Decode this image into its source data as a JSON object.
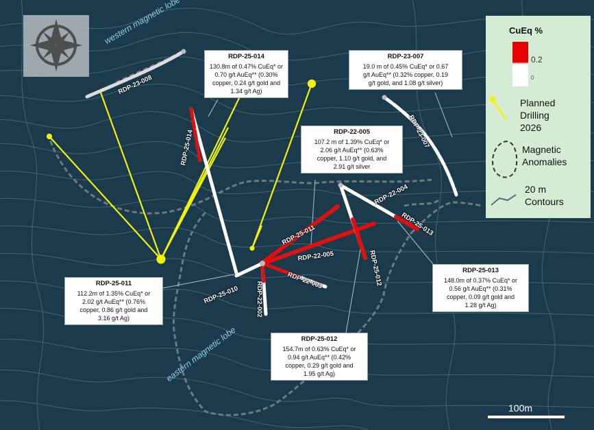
{
  "map": {
    "lobes": {
      "western": "western magnetic lobe",
      "eastern": "eastern magnetic lobe"
    },
    "callouts": {
      "rdp25014": {
        "title": "RDP-25-014",
        "lines": [
          "130.8m of 0.47% CuEq* or",
          "0.70 g/t AuEq** (0.30%",
          "copper, 0.24 g/t gold and",
          "1.34 g/t Ag)"
        ]
      },
      "rdp23007": {
        "title": "RDP-23-007",
        "lines": [
          "19.0 m of 0.45% CuEq* or 0.67",
          "g/t AuEq** (0.32% copper, 0.19",
          "g/t gold, and 1.08 g/t silver)"
        ]
      },
      "rdp22005": {
        "title": "RDP-22-005",
        "lines": [
          "107.2 m of 1.39% CuEq* or",
          "2.06 g/t AuEq** (0.63%",
          "copper, 1.10 g/t gold, and",
          "2.91 g/t silver"
        ]
      },
      "rdp25011": {
        "title": "RDP-25-011",
        "lines": [
          "112.2m of 1.35% CuEq* or",
          "2.02 g/t AuEq** (0.76%",
          "copper, 0.86 g/t gold and",
          "3.16 g/t Ag)"
        ]
      },
      "rdp25013": {
        "title": "RDP-25-013",
        "lines": [
          "148.0m of 0.37% CuEq* or",
          "0.56 g/t AuEq** (0.31%",
          "copper, 0.09 g/t gold and",
          "1.28 g/t Ag)"
        ]
      },
      "rdp25012": {
        "title": "RDP-25-012",
        "lines": [
          "154.7m of 0.63% CuEq* or",
          "0.94 g/t AuEq** (0.42%",
          "copper, 0.29 g/t gold and",
          "1.95 g/t Ag)"
        ]
      }
    },
    "hole_labels": {
      "rdp23008": "RDP-23-008",
      "rdp25014": "RDP-25-014",
      "rdp23007": "RDP-23-007",
      "rdp22004": "RDP-22-004",
      "rdp25011": "RDP-25-011",
      "rdp22005": "RDP-22-005",
      "rdp25013": "RDP-25-013",
      "rdp22003": "RDP-22-003",
      "rdp25012": "RDP-25-012",
      "rdp25010": "RDP-25-010",
      "rdp22002": "RDP-22-002"
    }
  },
  "legend": {
    "title": "CuEq %",
    "gradient_high": "0.2",
    "gradient_low": "0",
    "planned_drilling": [
      "Planned",
      "Drilling",
      "2026"
    ],
    "magnetic_anomalies": [
      "Magnetic",
      "Anomalies"
    ],
    "contours": [
      "20 m",
      "Contours"
    ]
  },
  "scale_bar": {
    "label": "100m"
  },
  "colors": {
    "background": "#1b3a4b",
    "contour": "#3f6272",
    "planned_drilling": "#f2f20d",
    "high_grade": "#e01010",
    "low_grade": "#ffffff",
    "legend_bg": "#d4ecd4",
    "lobe_label": "#8fd0ec"
  },
  "icons": {
    "compass": "compass-rose-icon"
  }
}
